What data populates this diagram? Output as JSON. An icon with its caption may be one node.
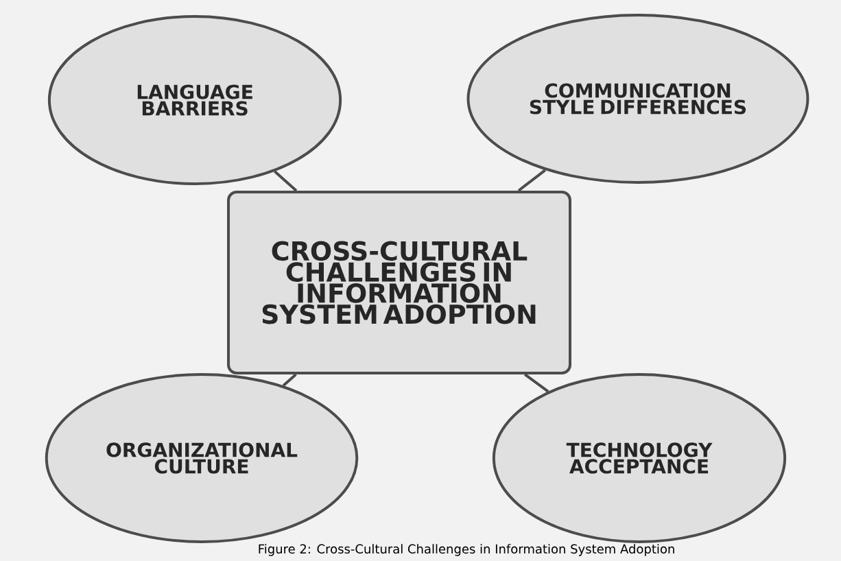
{
  "diagram": {
    "caption": "Figure 2: Cross-Cultural Challenges in Information System Adoption",
    "nodes": [
      {
        "text": [
          "CROSS-CULTURAL CHALLENGES IN INFORMATION SYSTEM ADOPTION"
        ]
      },
      {
        "text": [
          "LANGUAGE BARRIERS"
        ]
      },
      {
        "text": [
          "COMMUNICATION STYLE DIFFERENCES"
        ]
      },
      {
        "text": [
          "ORGANIZATIONAL CULTURE"
        ]
      },
      {
        "text": [
          "TECHNOLOGY ACCEPTANCE"
        ]
      }
    ],
    "edges": [
      {
        "from": 0,
        "to": 1,
        "arrow": "none"
      },
      {
        "from": 0,
        "to": 2,
        "arrow": "none"
      },
      {
        "from": 0,
        "to": 3,
        "arrow": "none"
      },
      {
        "from": 0,
        "to": 4,
        "arrow": "none"
      }
    ]
  }
}
